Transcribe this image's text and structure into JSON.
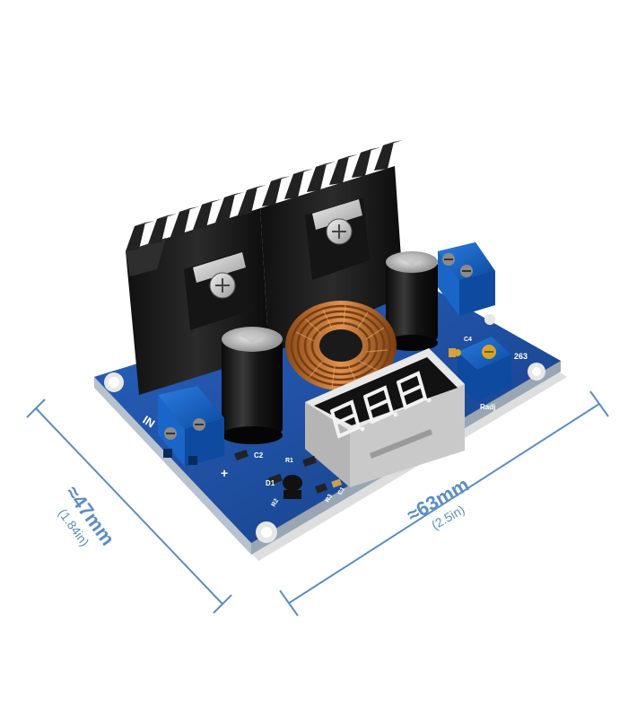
{
  "product": {
    "silkscreen": {
      "input_label": "IN",
      "plus": "+",
      "minus": "−",
      "c2": "C2",
      "d1": "D1",
      "r1": "R1",
      "r2": "R2",
      "r3": "R3",
      "c1": "C1",
      "c4": "C4",
      "radj": "Radj",
      "pot_code": "263"
    },
    "display_reading": "8.8.8."
  },
  "dimensions": {
    "height": {
      "metric": "≈47mm",
      "imperial": "(1.84in)"
    },
    "width": {
      "metric": "≈63mm",
      "imperial": "(2.5in)"
    }
  },
  "colors": {
    "pcb_blue": "#1f4fa0",
    "dimension_line": "#5b8ec4",
    "heatsink": "#1a1a1a",
    "terminal_blue": "#1565c0",
    "copper_coil": "#c87533",
    "display_red": "#e8e8e8"
  }
}
